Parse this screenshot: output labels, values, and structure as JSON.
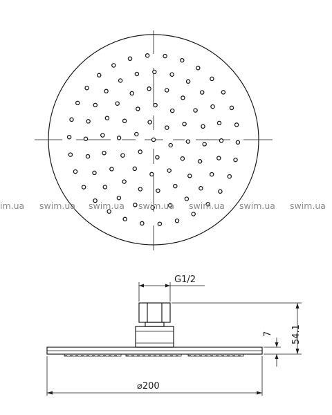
{
  "labels": {
    "thread": "G1/2",
    "diameter": "⌀200",
    "height_total": "54.1",
    "plate_thickness": "7"
  },
  "watermark": {
    "text_partial": "im.ua",
    "text": "swim.ua"
  },
  "colors": {
    "line": "#1a1a1a",
    "watermark": "#8a8a8a",
    "background": "#ffffff"
  }
}
